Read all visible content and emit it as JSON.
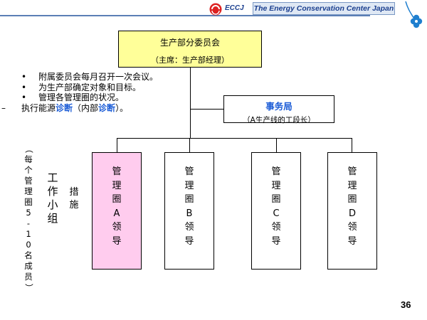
{
  "header": {
    "logo_text": "ECCJ",
    "organization": "The Energy Conservation Center Japan",
    "colors": {
      "line": "#5b7fb5",
      "banner_bg": "#dfe8f4",
      "logo_text": "#1b3f8f",
      "clover": "#1f7fcf"
    }
  },
  "top_box": {
    "title": "生产部分委员会",
    "subtitle": "（主席：生产部经理）",
    "fill": "#ffff99"
  },
  "bullets": [
    {
      "marker": "•",
      "parts": [
        "附属委员会每月召开一次会议。"
      ]
    },
    {
      "marker": "•",
      "parts": [
        "为生产部确定对象和目标。"
      ]
    },
    {
      "marker": "•",
      "parts": [
        "管理各管理圈的状况。"
      ]
    },
    {
      "marker": "–",
      "parts": [
        "执行能源",
        "诊断",
        "（内部",
        "诊断",
        "）。"
      ]
    }
  ],
  "secretariat": {
    "title": "事务局",
    "subtitle": "（A生产线的工段长）",
    "title_color": "#1a5bd6"
  },
  "leaders": [
    {
      "text": "管理圈A领导",
      "fill": "#ffccee"
    },
    {
      "text": "管理圈B领导",
      "fill": "#ffffff"
    },
    {
      "text": "管理圈C领导",
      "fill": "#ffffff"
    },
    {
      "text": "管理圈D领导",
      "fill": "#ffffff"
    }
  ],
  "side_labels": {
    "note": "（每个管理圈5-10名成员）",
    "work_group": "工作小组",
    "measures": "措施"
  },
  "page_number": "36"
}
